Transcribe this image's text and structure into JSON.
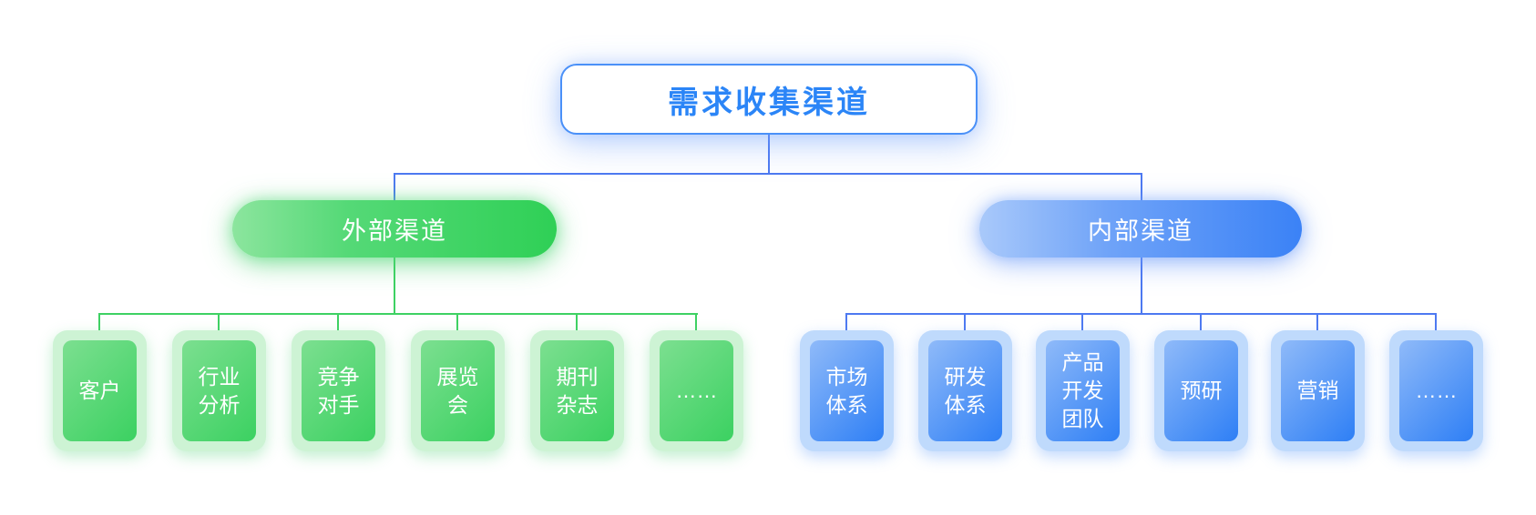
{
  "diagram": {
    "type": "tree-org-chart",
    "root": {
      "label": "需求收集渠道"
    },
    "branches": [
      {
        "id": "external",
        "label": "外部渠道",
        "theme": "green",
        "children": [
          "客户",
          "行业分析",
          "竞争对手",
          "展览会",
          "期刊杂志",
          "……"
        ]
      },
      {
        "id": "internal",
        "label": "内部渠道",
        "theme": "blue",
        "children": [
          "市场体系",
          "研发体系",
          "产品开发团队",
          "预研",
          "营销",
          "……"
        ]
      }
    ],
    "colors": {
      "root_text": "#2b85f7",
      "root_border": "#4a90f8",
      "blue_connector": "#4d79f1",
      "green_connector": "#3ed163",
      "green_gradient_start": "#8ce59e",
      "green_gradient_end": "#2fd056",
      "blue_gradient_start": "#a9c9fa",
      "blue_gradient_end": "#3b82f6",
      "green_leaf_frame": "#cdf3d4",
      "blue_leaf_frame": "#bfdafc",
      "node_text": "#ffffff"
    }
  }
}
